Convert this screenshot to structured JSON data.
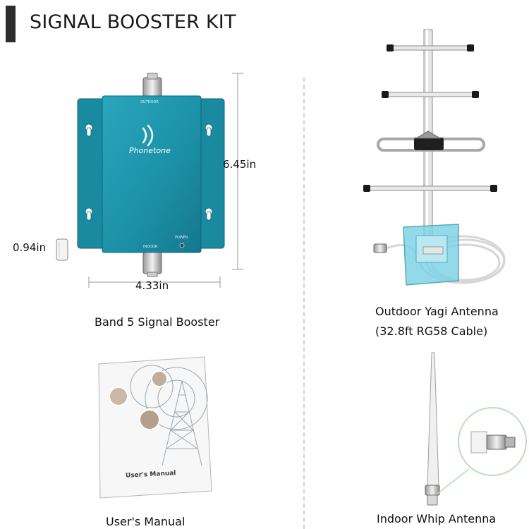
{
  "header": {
    "title": "SIGNAL BOOSTER KIT"
  },
  "booster": {
    "brand": "Phonetone",
    "port_top": "OUTDOOR",
    "port_bottom": "INDOOR",
    "power_label": "POWER",
    "height_label": "6.45in",
    "width_label": "4.33in",
    "depth_label": "0.94in",
    "caption": "Band 5 Signal Booster",
    "color": "#1b8fa6"
  },
  "yagi": {
    "caption_line1": "Outdoor Yagi Antenna",
    "caption_line2": "(32.8ft RG58 Cable)"
  },
  "manual": {
    "cover_text": "User's Manual",
    "caption": "User's Manual"
  },
  "whip": {
    "caption": "Indoor Whip Antenna"
  }
}
